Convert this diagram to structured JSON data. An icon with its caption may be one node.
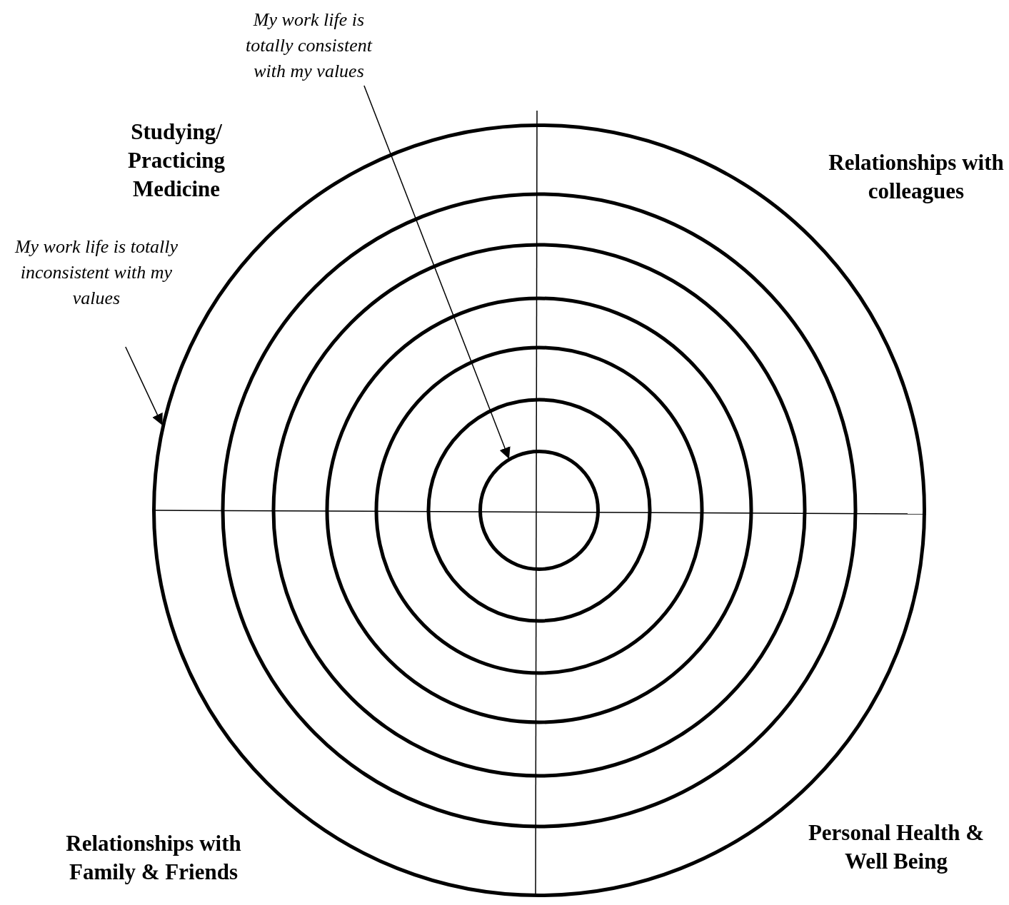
{
  "diagram": {
    "nodes": [
      {
        "text": [
          "My work life is totally consistent with my values"
        ]
      },
      {
        "text": [
          "My work life is totally inconsistent with my values"
        ]
      },
      {
        "text": [],
        "shape": "circle"
      },
      {
        "text": [],
        "shape": "circle",
        "in": 2
      }
    ],
    "edges": [
      {
        "from": 0,
        "to": 3,
        "arrow": "to"
      },
      {
        "from": 1,
        "to": 2,
        "arrow": "to"
      }
    ],
    "labels": [
      "Studying/ Practicing Medicine",
      "Relationships with colleagues",
      "Relationships with Family & Friends",
      "Personal Health & Well Being"
    ]
  }
}
